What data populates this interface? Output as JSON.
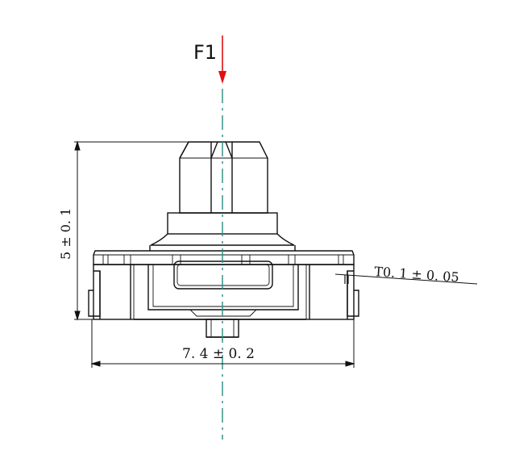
{
  "labels": {
    "force": "F1",
    "height_dim": "5 ± 0. 1",
    "width_dim": "7. 4 ± 0. 2",
    "thickness_dim": "T0. 1 ± 0. 05"
  },
  "colors": {
    "line": "#111111",
    "force_arrow": "#e01010",
    "center_line": "#2a8a86",
    "background": "#ffffff"
  }
}
